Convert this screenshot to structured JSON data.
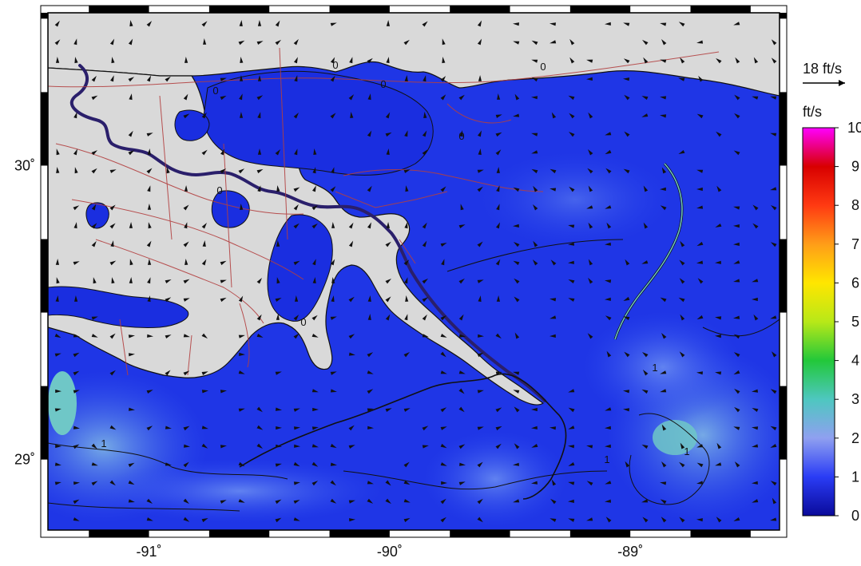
{
  "map": {
    "lon_range": [
      -91.42,
      -88.38
    ],
    "lat_range": [
      28.76,
      30.52
    ],
    "x_ticks": [
      {
        "value": -91,
        "label": "-91˚"
      },
      {
        "value": -90,
        "label": "-90˚"
      },
      {
        "value": -89,
        "label": "-89˚"
      }
    ],
    "y_ticks": [
      {
        "value": 30,
        "label": "30˚"
      },
      {
        "value": 29,
        "label": "29˚"
      }
    ],
    "contour_labels": [
      "0",
      "0",
      "0",
      "0",
      "0",
      "0",
      "0",
      "1",
      "1",
      "1",
      "1"
    ],
    "colors": {
      "land": "#d9d9d9",
      "water_deep": "#1c2fd8",
      "water_mid": "#2d4bf0",
      "water_light": "#5a80ee",
      "water_cyan": "#6fc7c7",
      "roads": "#b34040",
      "river": "#2a1f6b",
      "coast": "#111111"
    }
  },
  "vector_legend": {
    "label": "18 ft/s"
  },
  "colorbar": {
    "unit_label": "ft/s",
    "min": 0,
    "max": 10,
    "tick_labels": [
      "0",
      "1",
      "2",
      "3",
      "4",
      "5",
      "6",
      "7",
      "8",
      "9",
      "10"
    ],
    "stops": [
      {
        "value": 0,
        "color": "#0a0a9a"
      },
      {
        "value": 1,
        "color": "#2a3cf5"
      },
      {
        "value": 2,
        "color": "#8fa0f0"
      },
      {
        "value": 3,
        "color": "#4ec7c0"
      },
      {
        "value": 4,
        "color": "#22c83a"
      },
      {
        "value": 5,
        "color": "#b8e818"
      },
      {
        "value": 6,
        "color": "#ffe600"
      },
      {
        "value": 7,
        "color": "#ff9d18"
      },
      {
        "value": 8,
        "color": "#ff3a12"
      },
      {
        "value": 9,
        "color": "#d80000"
      },
      {
        "value": 10,
        "color": "#ff00ff"
      }
    ]
  }
}
